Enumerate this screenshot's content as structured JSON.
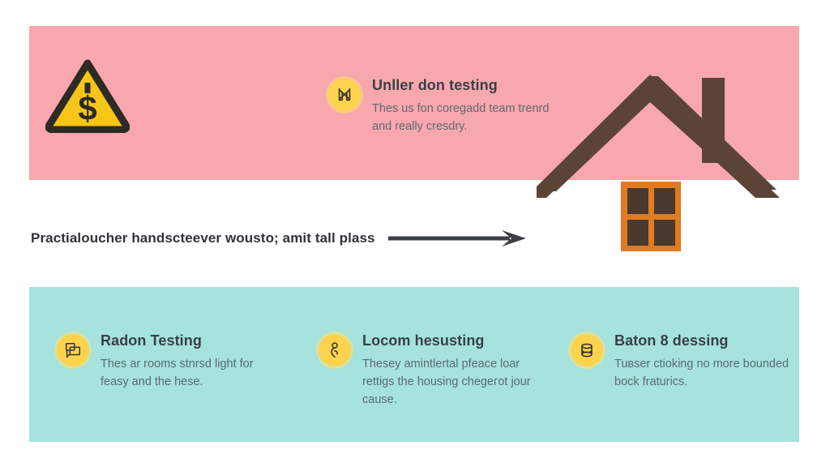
{
  "colors": {
    "band_top": "#f9a7ae",
    "band_bottom": "#a5e3dc",
    "icon_circle": "#fcd34d",
    "triangle_fill": "#f5c518",
    "triangle_stroke": "#2e2a24",
    "roof": "#5b4436",
    "window_frame": "#e07b22",
    "window_pane": "#4a392e",
    "house_wall": "#ffffff",
    "arrow": "#3d4044",
    "title_text": "#3a3f45",
    "body_text": "#5d6a72"
  },
  "top_band": {
    "warning_icon": "warning-triangle-dollar-icon",
    "feature": {
      "icon": "crossed-tools-icon",
      "title": "Unller don testing",
      "body": "Thes us fon coregadd team trenrd and really cresdry."
    },
    "house_illustration": "house-with-chimney-and-window"
  },
  "middle": {
    "caption": "Practialoucher handscteever wousto; amit tall plass",
    "arrow_icon": "right-arrow-icon"
  },
  "bottom_band": {
    "features": [
      {
        "icon": "copy-documents-icon",
        "title": "Radon Testing",
        "body": "Thes ar rooms stnrsd light for feasy and the hese."
      },
      {
        "icon": "person-figure-icon",
        "title": "Locom hesusting",
        "body": "Thesey amintlertal pfeace loar rettigs the housing chegeгot jour cause."
      },
      {
        "icon": "database-cylinder-icon",
        "title": "Baton 8 dessing",
        "body": "Tuвser ctioking no more bounded bock fraturics."
      }
    ]
  }
}
